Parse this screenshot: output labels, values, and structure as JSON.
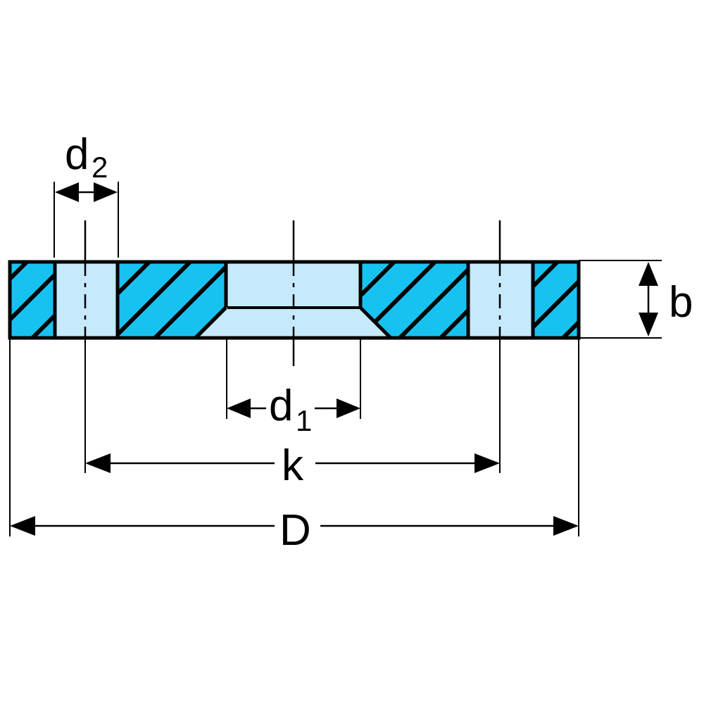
{
  "labels": {
    "d2": {
      "main": "d",
      "sub": "2"
    },
    "d1": {
      "main": "d",
      "sub": "1"
    },
    "k": "k",
    "D": "D",
    "b": "b"
  },
  "colors": {
    "section": "#18c2f0",
    "bore": "#c6e9fb",
    "line": "#000000"
  }
}
